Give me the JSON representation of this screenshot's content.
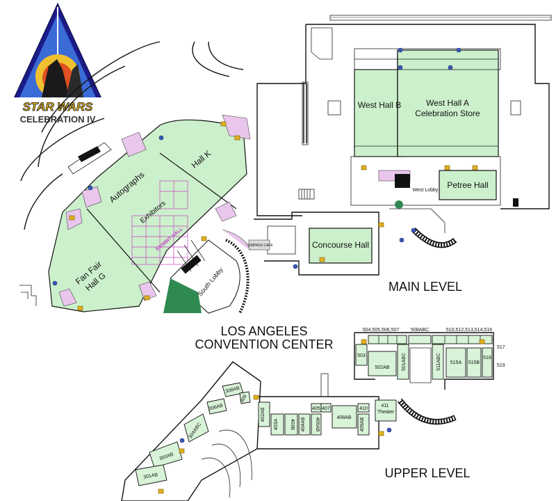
{
  "logo": {
    "brand": "STAR WARS",
    "subtitle": "CELEBRATION IV"
  },
  "venue": {
    "name_line1": "LOS ANGELES",
    "name_line2": "CONVENTION CENTER"
  },
  "levels": {
    "main": "MAIN LEVEL",
    "upper": "UPPER LEVEL"
  },
  "main_level": {
    "west_hall_b": "West Hall B",
    "west_hall_a_line1": "West Hall A",
    "west_hall_a_line2": "Celebration Store",
    "petree_hall": "Petree Hall",
    "west_lobby": "West Lobby",
    "concourse_hall": "Concourse Hall",
    "hall_k": "Hall K",
    "autographs": "Autographs",
    "exhibitors": "Exhibitors",
    "exhibit_hall": "EXHIBIT HALL",
    "fan_fair_line1": "Fan Fair",
    "fan_fair_line2": "Hall G",
    "south_lobby": "South Lobby",
    "compass_cafe": "COMPASS CAFE"
  },
  "upper_level": {
    "rooms_top_a": "504,505,506,507",
    "rooms_top_b": "508ABC",
    "rooms_top_c": "510,512,513,514,516",
    "r517": "517",
    "r519": "519",
    "r503": "503",
    "r502ab": "502AB",
    "r501abc": "501ABC",
    "r511abc": "511ABC",
    "r515a": "515A",
    "r515b": "515B",
    "r518": "518",
    "r308ab": "308AB",
    "r309": "309",
    "r306ab": "306AB",
    "r304abc": "304ABC",
    "r303ab": "303AB",
    "r301ab": "301AB",
    "r402ab": "402AB",
    "r403a": "403A",
    "r403b": "403B",
    "r404ab": "404AB",
    "r405": "405",
    "r406ab": "406AB",
    "r407": "407",
    "r408ab": "408AB",
    "r409ab": "409AB",
    "r410": "410",
    "r411_line1": "411",
    "r411_line2": "Theater"
  },
  "colors": {
    "hall_green": "#ccf0cc",
    "room_green": "#d8f3d8",
    "support_pink": "#e9c6ec",
    "amenity_gold": "#e0b020",
    "info_blue": "#3a59b8",
    "lobby_green": "#2f8a52"
  }
}
